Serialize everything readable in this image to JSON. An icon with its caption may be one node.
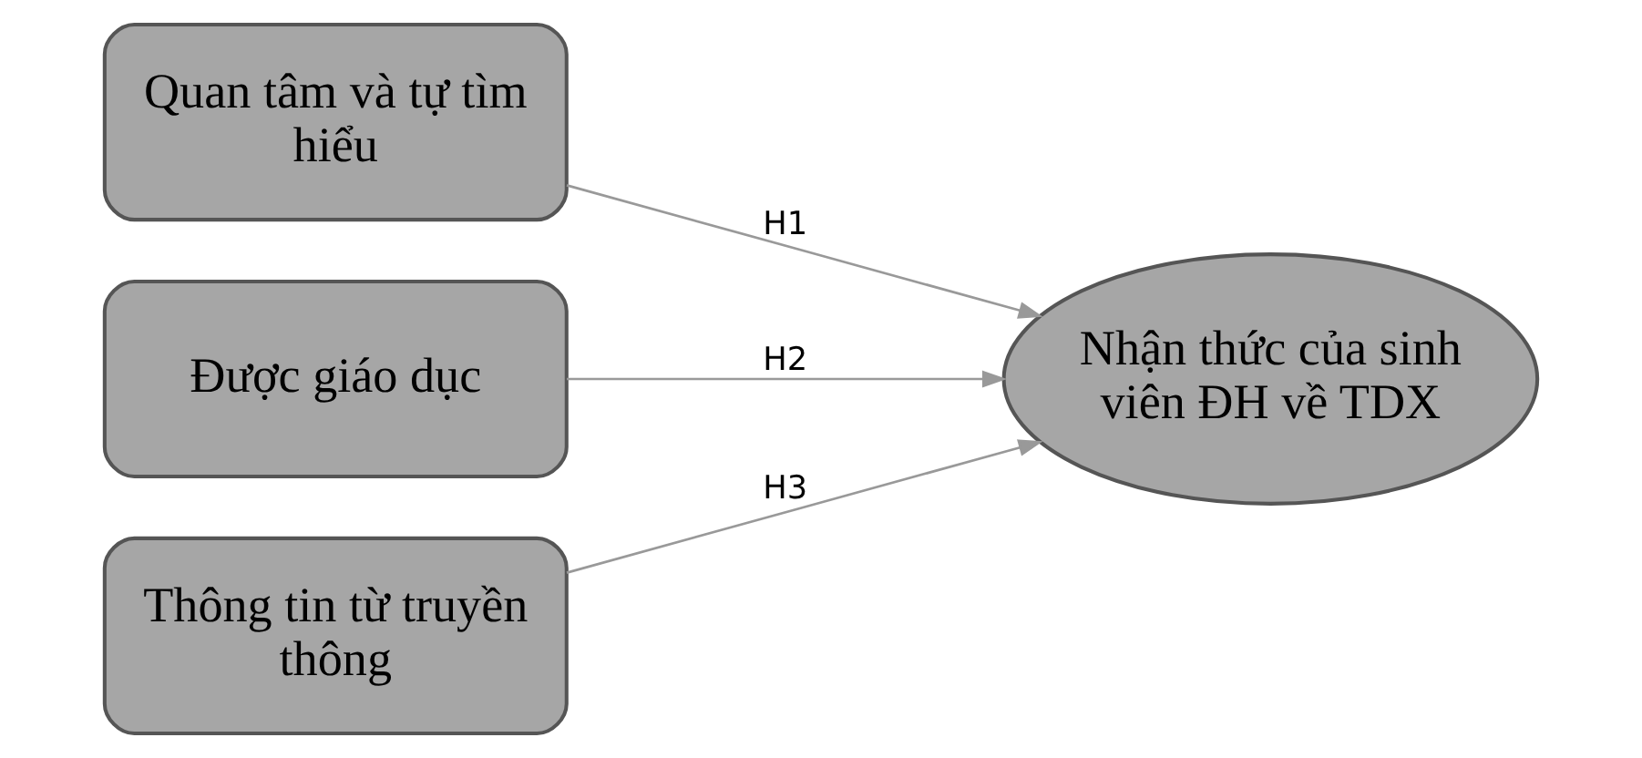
{
  "diagram": {
    "nodes": [
      {
        "text": [
          "Quan tâm và tự tìm hiểu"
        ]
      },
      {
        "text": [
          "Được giáo dục"
        ]
      },
      {
        "text": [
          "Thông tin từ truyền thông"
        ]
      },
      {
        "text": [
          "Nhận thức của sinh viên ĐH về TDX"
        ]
      }
    ],
    "edges": [
      {
        "from": 0,
        "to": 3,
        "arrow": "to",
        "label": "H1"
      },
      {
        "from": 1,
        "to": 3,
        "arrow": "to",
        "label": "H2"
      },
      {
        "from": 2,
        "to": 3,
        "arrow": "to",
        "label": "H3"
      }
    ]
  }
}
